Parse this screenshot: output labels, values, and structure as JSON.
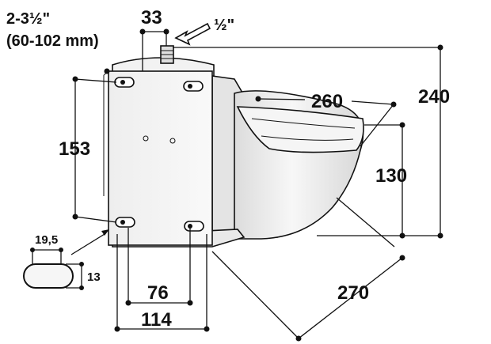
{
  "diagram": {
    "labels": {
      "pipe_range_inch": "2-3½\"",
      "pipe_range_mm": "(60-102 mm)",
      "inlet_offset": "33",
      "inlet_size": "½\"",
      "slot_spacing_vertical": "153",
      "bowl_width": "260",
      "total_height": "240",
      "bowl_height": "130",
      "slot_spacing_horizontal": "76",
      "plate_width": "114",
      "depth": "270",
      "slot_length": "19,5",
      "slot_height": "13"
    },
    "colors": {
      "ink": "#111111",
      "metal_light": "#f4f4f4",
      "metal_mid": "#e6e6e6",
      "metal_dark": "#cfcfcf"
    }
  }
}
